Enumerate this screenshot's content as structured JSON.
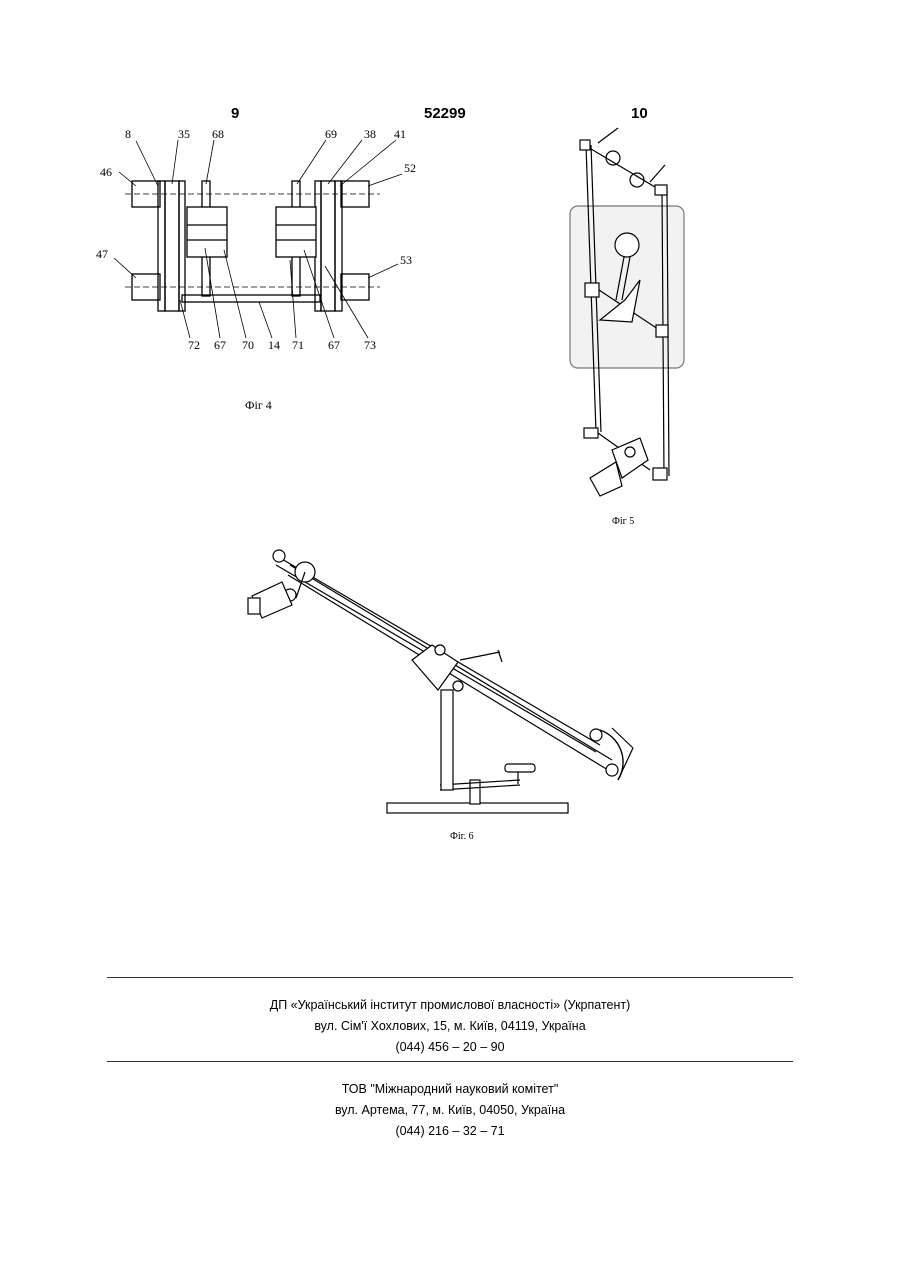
{
  "header": {
    "page_left": "9",
    "doc_number": "52299",
    "page_right": "10"
  },
  "figures": {
    "fig4": {
      "caption": "Фіг 4",
      "labels": [
        "8",
        "35",
        "68",
        "69",
        "38",
        "41",
        "46",
        "52",
        "47",
        "53",
        "72",
        "67",
        "70",
        "14",
        "71",
        "67",
        "73"
      ]
    },
    "fig5": {
      "caption": "Фіг 5"
    },
    "fig6": {
      "caption": "Фіг. 6"
    }
  },
  "footer": {
    "block1": {
      "line1": "ДП «Український інститут промислової власності» (Укрпатент)",
      "line2": "вул. Сім'ї Хохлових, 15, м. Київ, 04119, Україна",
      "line3": "(044) 456 – 20 – 90"
    },
    "block2": {
      "line1": "ТОВ \"Міжнародний науковий комітет\"",
      "line2": "вул. Артема, 77, м. Київ, 04050, Україна",
      "line3": "(044) 216 – 32 – 71"
    }
  }
}
